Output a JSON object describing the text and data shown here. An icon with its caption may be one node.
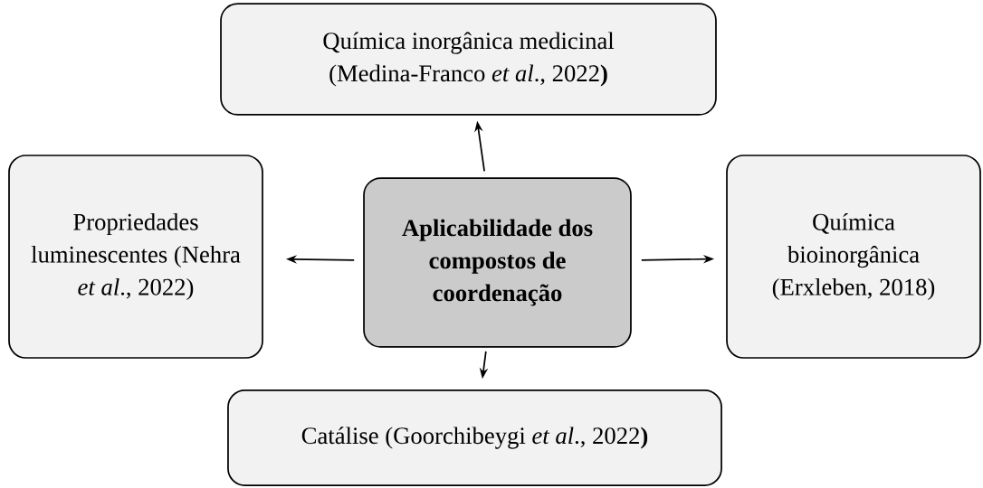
{
  "diagram": {
    "nodes": [
      {
        "text": [
          "Aplicabilidade dos compostos de coordenação"
        ]
      },
      {
        "text": [
          "Química inorgânica medicinal (Medina-Franco *et al*., 2022**)**"
        ]
      },
      {
        "text": [
          "Propriedades luminescentes (Nehra *et al*., 2022)"
        ]
      },
      {
        "text": [
          "Química bioinorgânica (Erxleben, 2018)"
        ]
      },
      {
        "text": [
          "Catálise (Goorchibeygi *et al*., 2022**)**"
        ]
      }
    ],
    "edges": [
      {
        "from": 0,
        "to": 1,
        "arrow": "to"
      },
      {
        "from": 0,
        "to": 2,
        "arrow": "to"
      },
      {
        "from": 0,
        "to": 3,
        "arrow": "to"
      },
      {
        "from": 0,
        "to": 4,
        "arrow": "to"
      }
    ]
  }
}
